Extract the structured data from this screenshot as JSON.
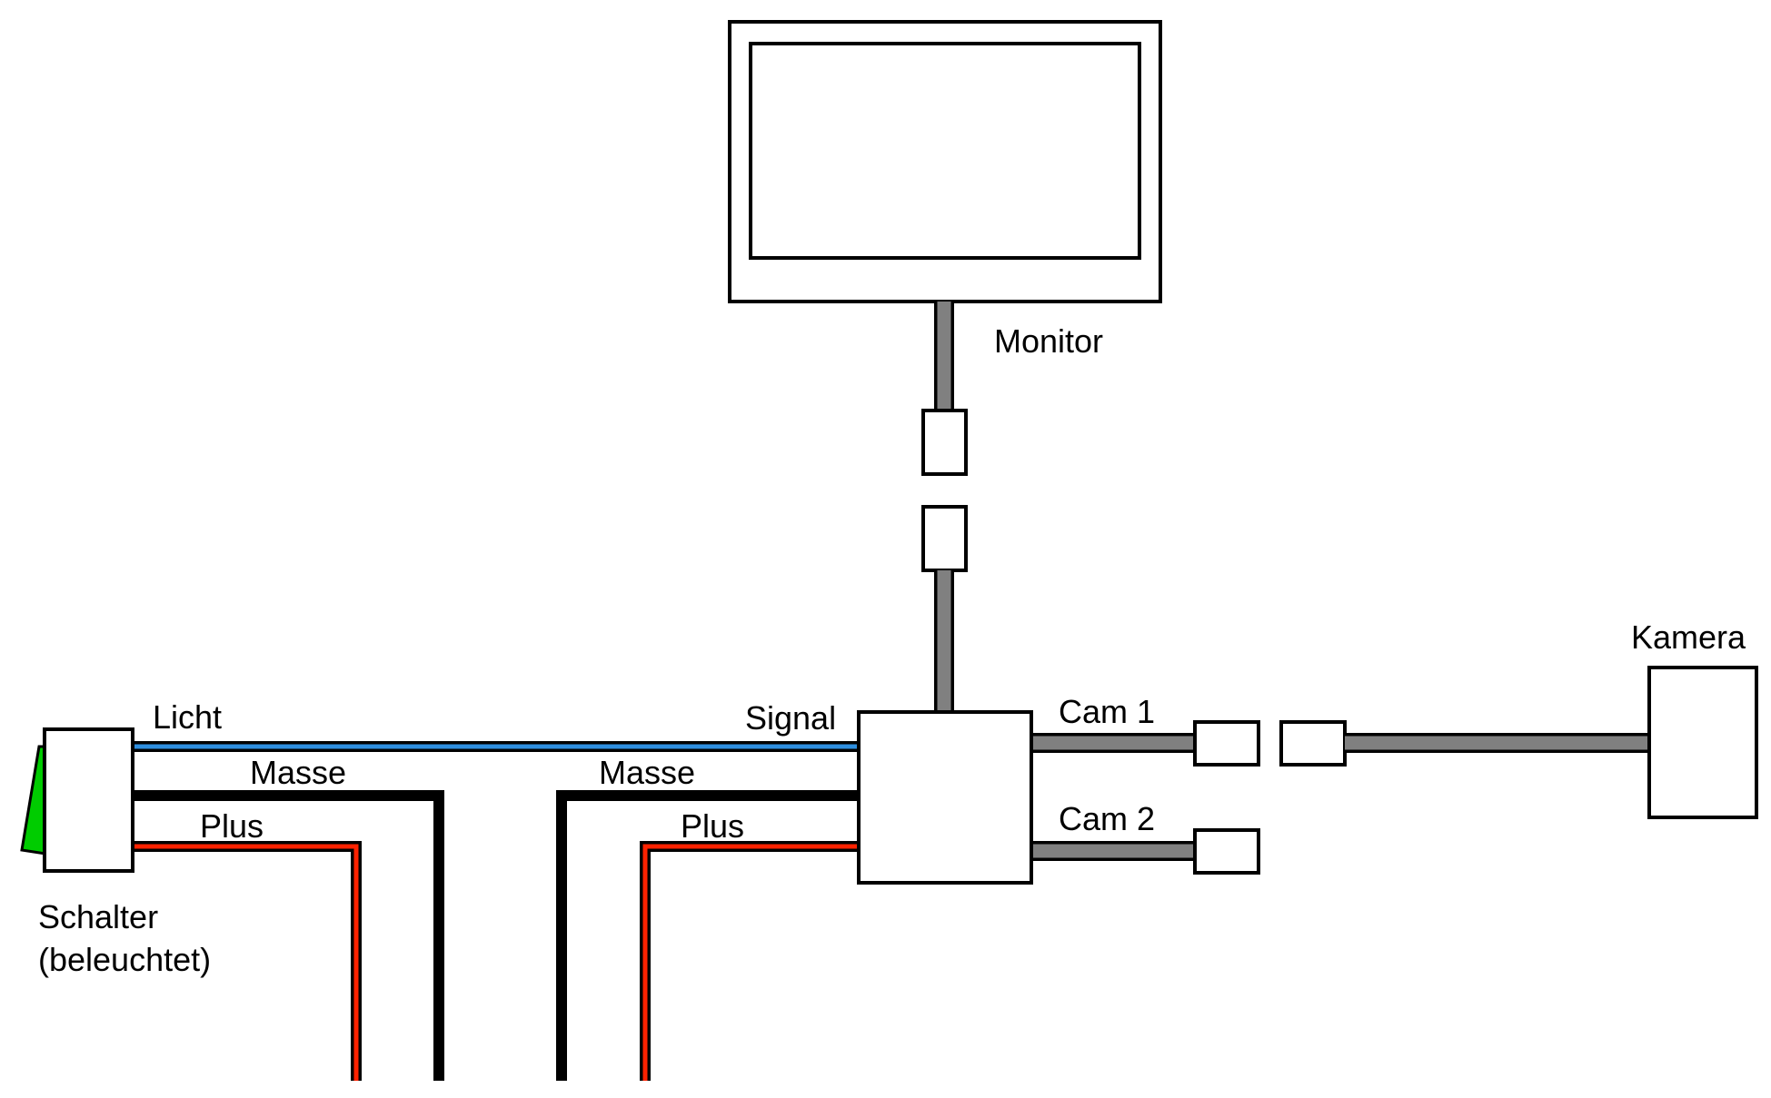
{
  "labels": {
    "monitor": "Monitor",
    "kamera": "Kamera",
    "signal": "Signal",
    "cam1": "Cam 1",
    "cam2": "Cam 2",
    "licht": "Licht",
    "masse_left": "Masse",
    "plus_left": "Plus",
    "masse_right": "Masse",
    "plus_right": "Plus",
    "schalter_line1": "Schalter",
    "schalter_line2": "(beleuchtet)"
  },
  "colors": {
    "video_cable": "#808080",
    "licht_wire": "#2e8fe0",
    "plus_wire": "#ff2200",
    "masse_wire": "#000000",
    "switch_rocker": "#00cc00"
  }
}
